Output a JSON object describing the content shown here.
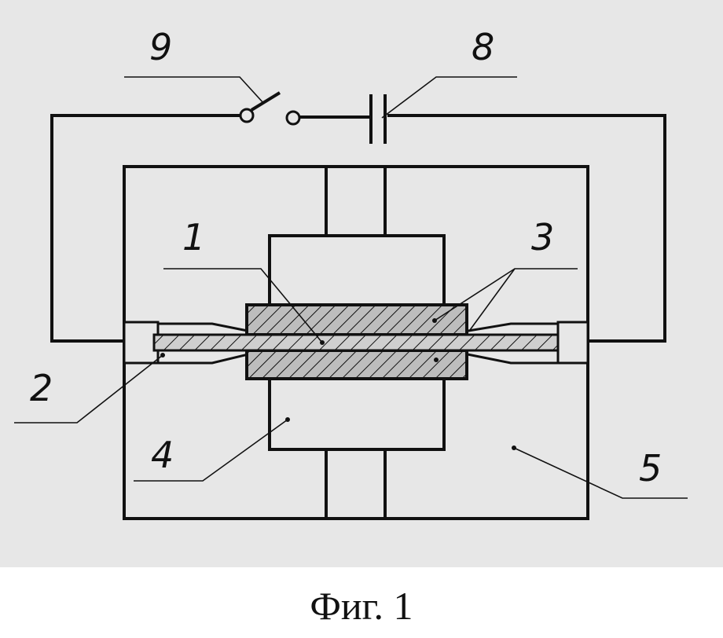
{
  "labels": {
    "n1": "1",
    "n2": "2",
    "n3": "3",
    "n4": "4",
    "n5": "5",
    "n8": "8",
    "n9": "9"
  },
  "caption": "Фиг. 1",
  "colors": {
    "background_panel": "#e7e7e7",
    "line": "#111111",
    "caption_background": "#ffffff"
  }
}
